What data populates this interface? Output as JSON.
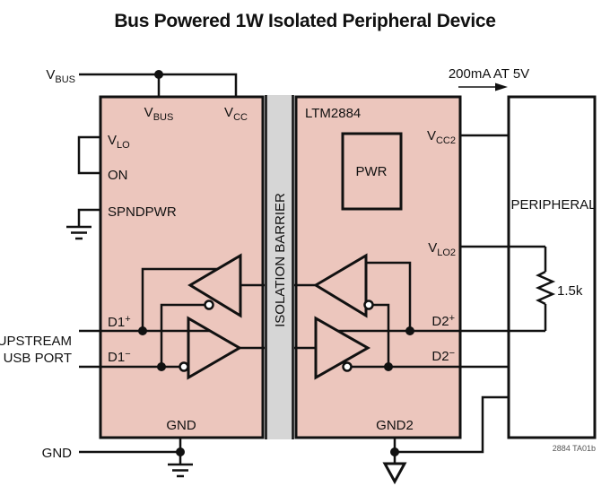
{
  "title": "Bus Powered 1W Isolated Peripheral Device",
  "colors": {
    "module_fill": "#ecc6bd",
    "barrier_fill": "#d6d6d6",
    "line": "#111111",
    "background": "#ffffff"
  },
  "device": {
    "name": "LTM2884",
    "barrier_label": "ISOLATION BARRIER",
    "pwr_label": "PWR"
  },
  "pins": {
    "vbus": {
      "main": "V",
      "sub": "BUS"
    },
    "vcc": {
      "main": "V",
      "sub": "CC"
    },
    "vlo": {
      "main": "V",
      "sub": "LO"
    },
    "on": {
      "label": "ON"
    },
    "spndpwr": {
      "label": "SPNDPWR"
    },
    "d1p": {
      "main": "D1",
      "sup": "+"
    },
    "d1m": {
      "main": "D1",
      "sup": "−"
    },
    "gnd": {
      "label": "GND"
    },
    "vcc2": {
      "main": "V",
      "sub": "CC2"
    },
    "vlo2": {
      "main": "V",
      "sub": "LO2"
    },
    "d2p": {
      "main": "D2",
      "sup": "+"
    },
    "d2m": {
      "main": "D2",
      "sup": "−"
    },
    "gnd2": {
      "label": "GND2"
    }
  },
  "external": {
    "vbus_source": {
      "main": "V",
      "sub": "BUS"
    },
    "gnd_label": "GND",
    "upstream_line1": "UPSTREAM",
    "upstream_line2": "USB PORT",
    "current_note": "200mA AT 5V",
    "peripheral_label": "PERIPHERAL",
    "resistor_value": "1.5k",
    "footnote": "2884 TA01b"
  }
}
